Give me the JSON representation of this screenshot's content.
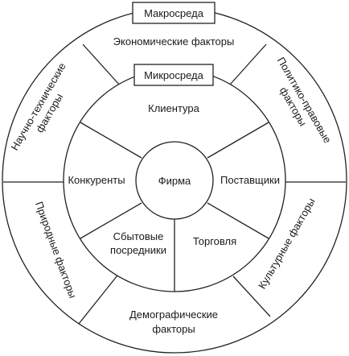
{
  "macro": {
    "title": "Макросреда",
    "sectors": {
      "economic": "Экономические факторы",
      "political_line1": "Политико-правовые",
      "political_line2": "факторы",
      "cultural": "Культурные факторы",
      "demographic_line1": "Демографические",
      "demographic_line2": "факторы",
      "natural": "Природные факторы",
      "scientific_line1": "Научно-технические",
      "scientific_line2": "факторы"
    }
  },
  "micro": {
    "title": "Микросреда",
    "sectors": {
      "clients": "Клиентура",
      "suppliers": "Поставщики",
      "trade": "Торговля",
      "intermediaries_line1": "Сбытовые",
      "intermediaries_line2": "посредники",
      "competitors": "Конкуренты"
    }
  },
  "center": {
    "label": "Фирма"
  }
}
